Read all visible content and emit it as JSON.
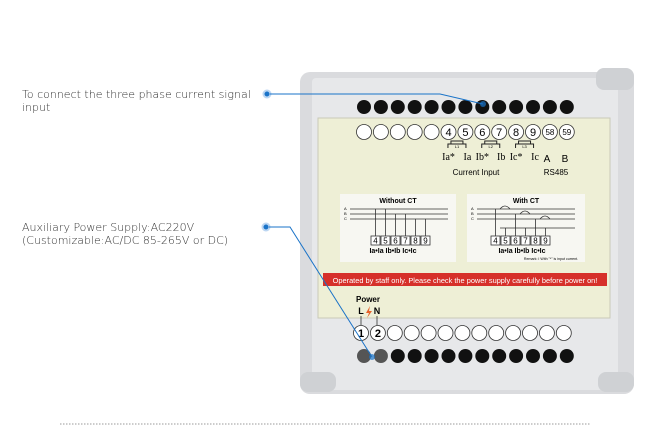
{
  "callouts": [
    {
      "line1": "To connect the three phase current signal",
      "line2": "input"
    },
    {
      "line1": "Auxiliary Power Supply:AC220V",
      "line2": "(Customizable:AC/DC 85-265V or DC)"
    }
  ],
  "accent_color": "#1a73c8",
  "device": {
    "top_terminals": [
      "",
      "",
      "",
      "",
      "",
      "4",
      "5",
      "6",
      "7",
      "8",
      "9",
      "58",
      "59"
    ],
    "current_labels": [
      "Ia*",
      "Ia",
      "Ib*",
      "Ib",
      "Ic*",
      "Ic"
    ],
    "ct_labels": [
      "L1",
      "L2",
      "L3"
    ],
    "current_input_label": "Current Input",
    "rs485_terminals": [
      "A",
      "B"
    ],
    "rs485_label": "RS485",
    "without_ct": {
      "title": "Without CT",
      "phases": [
        "A",
        "B",
        "C"
      ],
      "terminals": [
        "4",
        "5",
        "6",
        "7",
        "8",
        "9"
      ],
      "caption": "Ia•Ia Ib•Ib Ic•Ic"
    },
    "with_ct": {
      "title": "With CT",
      "phases": [
        "A",
        "B",
        "C"
      ],
      "terminals": [
        "4",
        "5",
        "6",
        "7",
        "8",
        "9"
      ],
      "caption": "Ia•Ia Ib•Ib Ic•Ic",
      "remark": "Remark: I With \"*\" is input current."
    },
    "warning": "Operated by staff only. Please check the power supply carefully before power on!",
    "warning_color": "#d6302a",
    "power_label": "Power",
    "power_terminals": [
      "L",
      "N"
    ],
    "bottom_terminals": [
      "1",
      "2",
      "",
      "",
      "",
      "",
      "",
      "",
      "",
      "",
      "",
      "",
      ""
    ]
  }
}
